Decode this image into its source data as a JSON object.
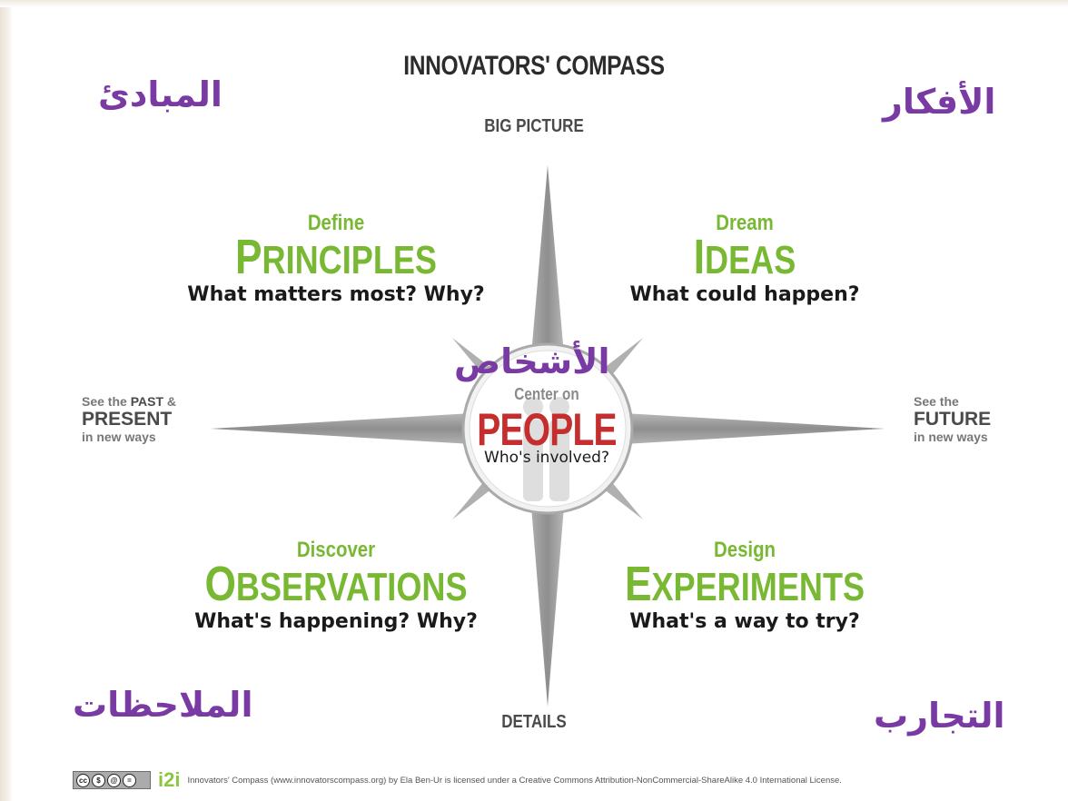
{
  "title": "INNOVATORS' COMPASS",
  "poles": {
    "top": "BIG PICTURE",
    "bottom": "DETAILS"
  },
  "arabic": {
    "principles": "المبادئ",
    "ideas": "الأفكار",
    "people": "الأشخاص",
    "observations": "الملاحظات",
    "experiments": "التجارب"
  },
  "quadrants": {
    "principles": {
      "verb": "Define",
      "noun_first": "P",
      "noun_rest": "RINCIPLES",
      "question": "What matters most? Why?"
    },
    "ideas": {
      "verb": "Dream",
      "noun_first": "I",
      "noun_rest": "DEAS",
      "question": "What could happen?"
    },
    "observations": {
      "verb": "Discover",
      "noun_first": "O",
      "noun_rest": "BSERVATIONS",
      "question": "What's happening? Why?"
    },
    "experiments": {
      "verb": "Design",
      "noun_first": "E",
      "noun_rest": "XPERIMENTS",
      "question": "What's a way to try?"
    }
  },
  "west": {
    "line1_pre": "See the ",
    "line1_bold": "PAST",
    "line1_post": " &",
    "line2": "PRESENT",
    "line3": "in new ways"
  },
  "east": {
    "line1": "See the",
    "line2": "FUTURE",
    "line3": "in new ways"
  },
  "center": {
    "top": "Center on",
    "main": "PEOPLE",
    "question": "Who's involved?"
  },
  "footer": {
    "logo": "i2i",
    "license": "Innovators' Compass (www.innovatorscompass.org) by Ela Ben-Ur is licensed under a Creative Commons Attribution-NonCommercial-ShareAlike 4.0 International License."
  },
  "colors": {
    "green": "#78b833",
    "red": "#c42e2e",
    "purple": "#7a3aa3",
    "compass_grey": "#9b9b9b"
  },
  "icons": {
    "license": "creative-commons-badge-icon"
  }
}
